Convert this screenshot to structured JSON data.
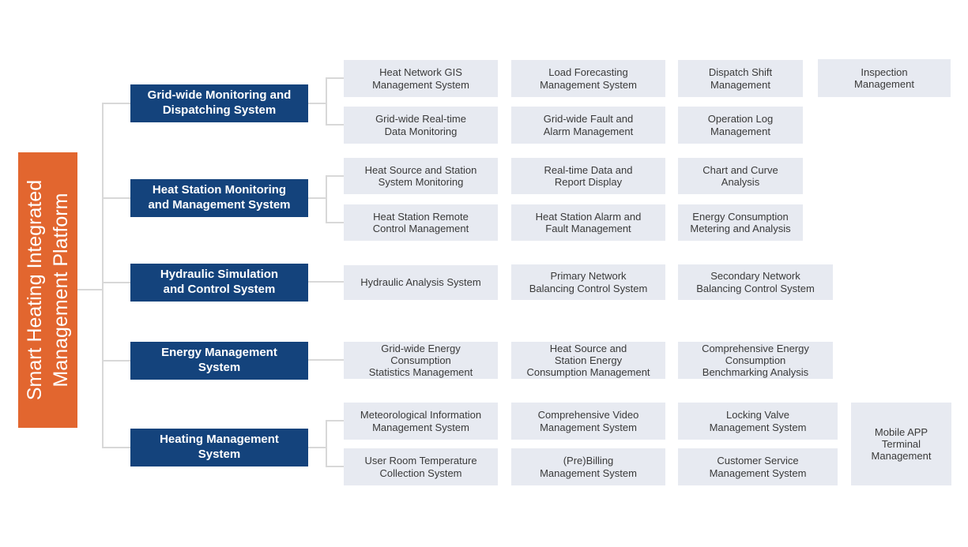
{
  "colors": {
    "orange": "#E2662F",
    "blue": "#14437C",
    "gray_box": "#E7EAF1",
    "gray_text": "#3A3A3A",
    "line": "#D8D8D8"
  },
  "root": {
    "label": "Smart Heating Integrated\nManagement Platform"
  },
  "sections": [
    {
      "label": "Grid-wide Monitoring and\nDispatching System",
      "rows": [
        [
          "Heat Network GIS\nManagement System",
          "Load Forecasting\nManagement System",
          "Dispatch Shift\nManagement",
          "Inspection\nManagement"
        ],
        [
          "Grid-wide Real-time\nData Monitoring",
          "Grid-wide Fault and\nAlarm Management",
          "Operation Log\nManagement"
        ]
      ]
    },
    {
      "label": "Heat Station Monitoring\nand Management System",
      "rows": [
        [
          "Heat Source and Station\nSystem Monitoring",
          "Real-time Data and\nReport Display",
          "Chart and Curve\nAnalysis"
        ],
        [
          "Heat Station Remote\nControl Management",
          "Heat Station Alarm and\nFault Management",
          "Energy Consumption\nMetering and Analysis"
        ]
      ]
    },
    {
      "label": "Hydraulic Simulation\nand Control System",
      "rows": [
        [
          "Hydraulic Analysis System",
          "Primary Network\nBalancing Control System",
          "Secondary Network\nBalancing Control System"
        ]
      ]
    },
    {
      "label": "Energy Management\nSystem",
      "rows": [
        [
          "Grid-wide Energy\nConsumption\nStatistics Management",
          "Heat Source and\nStation Energy\nConsumption Management",
          "Comprehensive Energy\nConsumption\nBenchmarking Analysis"
        ]
      ]
    },
    {
      "label": "Heating Management\nSystem",
      "rows": [
        [
          "Meteorological Information\nManagement System",
          "Comprehensive Video\nManagement System",
          "Locking Valve\nManagement System"
        ],
        [
          "User Room Temperature\nCollection System",
          "(Pre)Billing\nManagement System",
          "Customer Service\nManagement System"
        ]
      ],
      "span_item": "Mobile APP\nTerminal\nManagement"
    }
  ]
}
